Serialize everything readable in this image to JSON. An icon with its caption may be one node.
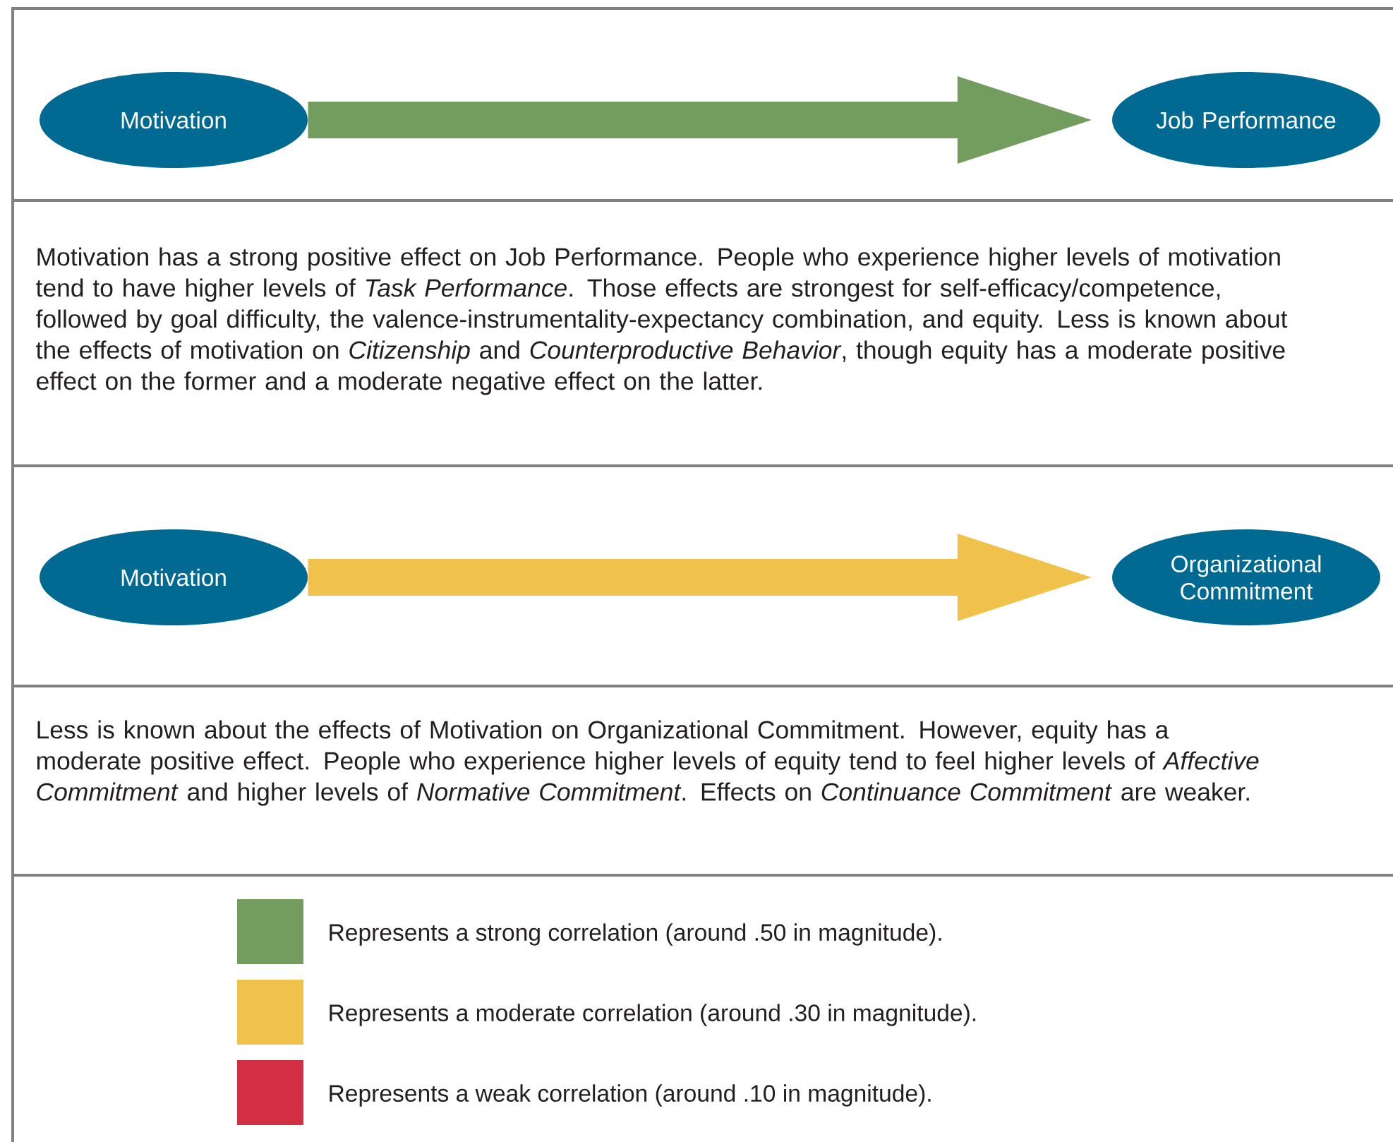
{
  "diagram": {
    "nodes": [
      {
        "text": [
          "Motivation"
        ]
      },
      {
        "text": [
          "Job Performance"
        ]
      },
      {
        "text": [
          "Motivation"
        ]
      },
      {
        "text": [
          "Organizational Commitment"
        ]
      }
    ],
    "edges": [
      {
        "from": 0,
        "to": 1,
        "arrow": "to",
        "color": "#739c5f"
      },
      {
        "from": 2,
        "to": 3,
        "arrow": "to",
        "color": "#f0c24b"
      }
    ],
    "labels": [
      "Motivation has a strong positive effect on Job Performance. People who experience higher levels of motivation tend to have higher levels of *Task Performance*. Those effects are strongest for self-efficacy/competence, followed by goal difficulty, the valence-instrumentality-expectancy combination, and equity. Less is known about the effects of motivation on *Citizenship* and *Counterproductive Behavior*, though equity has a moderate positive effect on the former and a moderate negative effect on the latter.",
      "Less is known about the effects of Motivation on Organizational Commitment. However, equity has a moderate positive effect. People who experience higher levels of equity tend to feel higher levels of *Affective Commitment* and higher levels of *Normative Commitment*. Effects on *Continuance Commitment* are weaker."
    ],
    "legend": [
      {
        "text": "Represents a strong correlation (around .50 in magnitude).",
        "color": "#739c5f"
      },
      {
        "text": "Represents a moderate correlation (around .30 in magnitude).",
        "color": "#f0c24b"
      },
      {
        "text": "Represents a weak correlation (around .10 in magnitude).",
        "color": "#d22f42"
      }
    ]
  }
}
